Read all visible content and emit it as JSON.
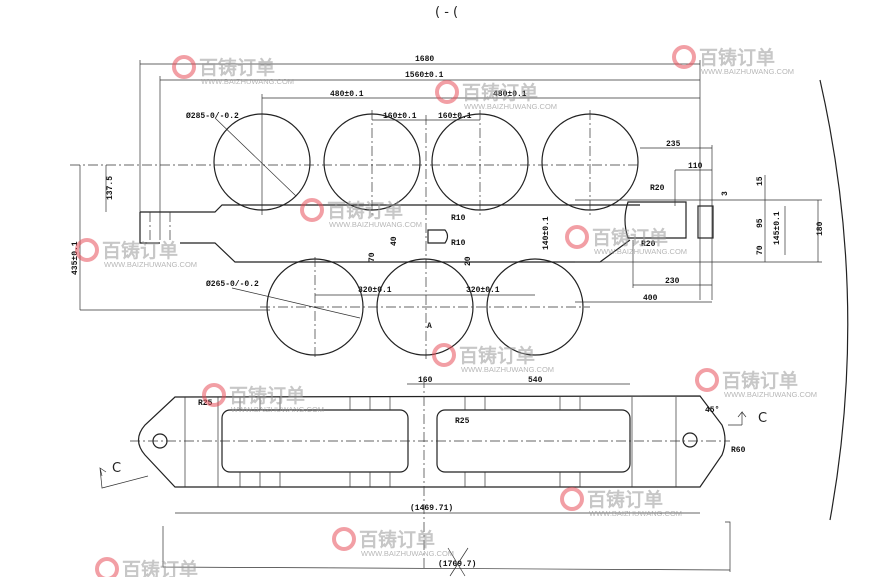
{
  "drawing": {
    "top_view": {
      "overall_length": "1680",
      "hole_span": "1560±0.1",
      "pitch_left": "480±0.1",
      "pitch_right": "480±0.1",
      "offset_left": "160±0.1",
      "offset_right": "160±0.1",
      "upper_bore": "Ø285-0/-0.2",
      "lower_bore": "Ø265-0/-0.2",
      "height_left": "137.5",
      "total_height": "435±0.1",
      "lower_pitch_left": "320±0.1",
      "lower_pitch_right": "320±0.1",
      "rib_r_top": "R10",
      "rib_r_bottom": "R10",
      "rib_h": "40",
      "rib_gap": "70",
      "web_t": "20",
      "mid_h": "140±0.1",
      "section_mark": "A"
    },
    "section": {
      "d235": "235",
      "d110": "110",
      "r_top": "R20",
      "r_bottom": "R20",
      "d3": "3",
      "d15": "15",
      "d95": "95",
      "d145": "145±0.1",
      "d70": "70",
      "d180": "180",
      "d230": "230",
      "d400": "400"
    },
    "plan_view": {
      "d160": "160",
      "d540": "540",
      "r_left": "R25",
      "r_right": "R25",
      "r_end": "R60",
      "angle": "45°",
      "length": "(1469.71)",
      "overall": "(1769.7)",
      "cut_left": "C",
      "cut_right": "C"
    },
    "header_scribble": "( - (",
    "watermark": {
      "brand": "百铸订单",
      "url": "WWW.BAIZHUWANG.COM",
      "color": "#e8505b"
    }
  }
}
